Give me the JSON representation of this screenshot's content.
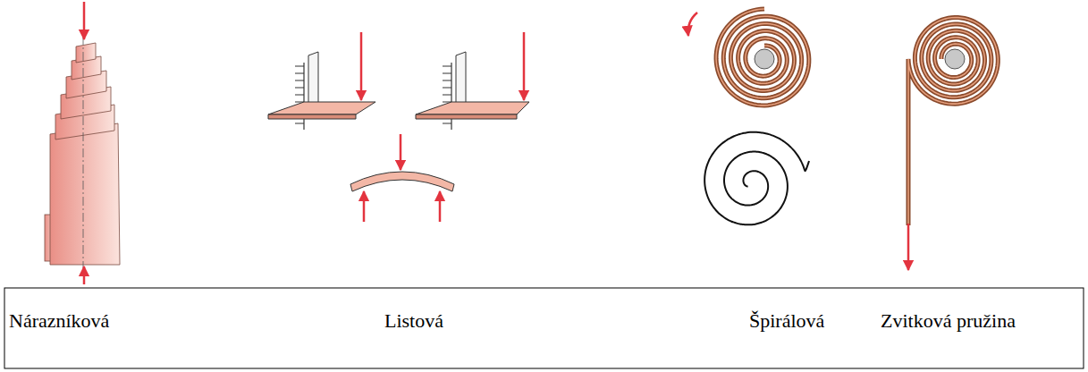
{
  "diagram": {
    "labels": [
      "Nárazníková",
      "Listová",
      "Špirálová",
      "Zvitková pružina"
    ]
  }
}
